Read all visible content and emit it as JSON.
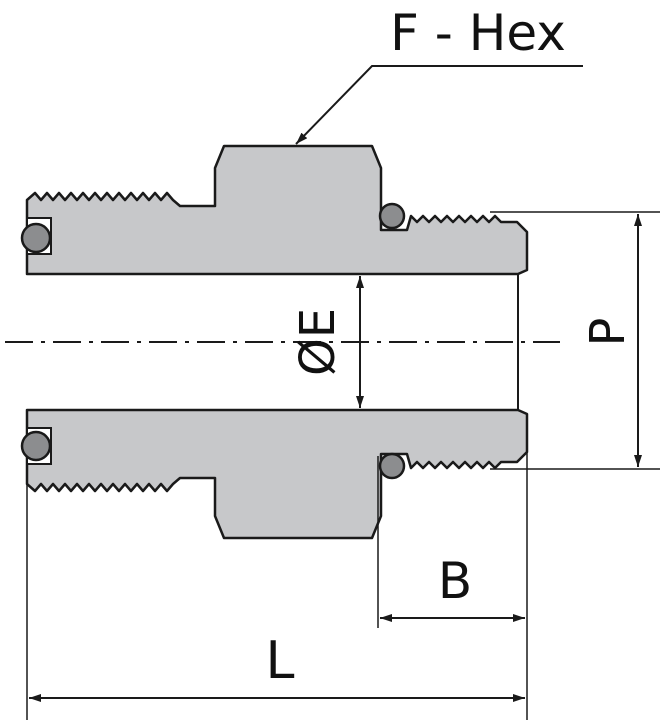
{
  "labels": {
    "hex": "F - Hex",
    "diameter": "ØE",
    "pipe": "P",
    "b": "B",
    "l": "L"
  },
  "colors": {
    "body_fill": "#c7c8ca",
    "outline": "#1a1a1a",
    "oring": "#8c8d8f",
    "background": "#ffffff"
  }
}
